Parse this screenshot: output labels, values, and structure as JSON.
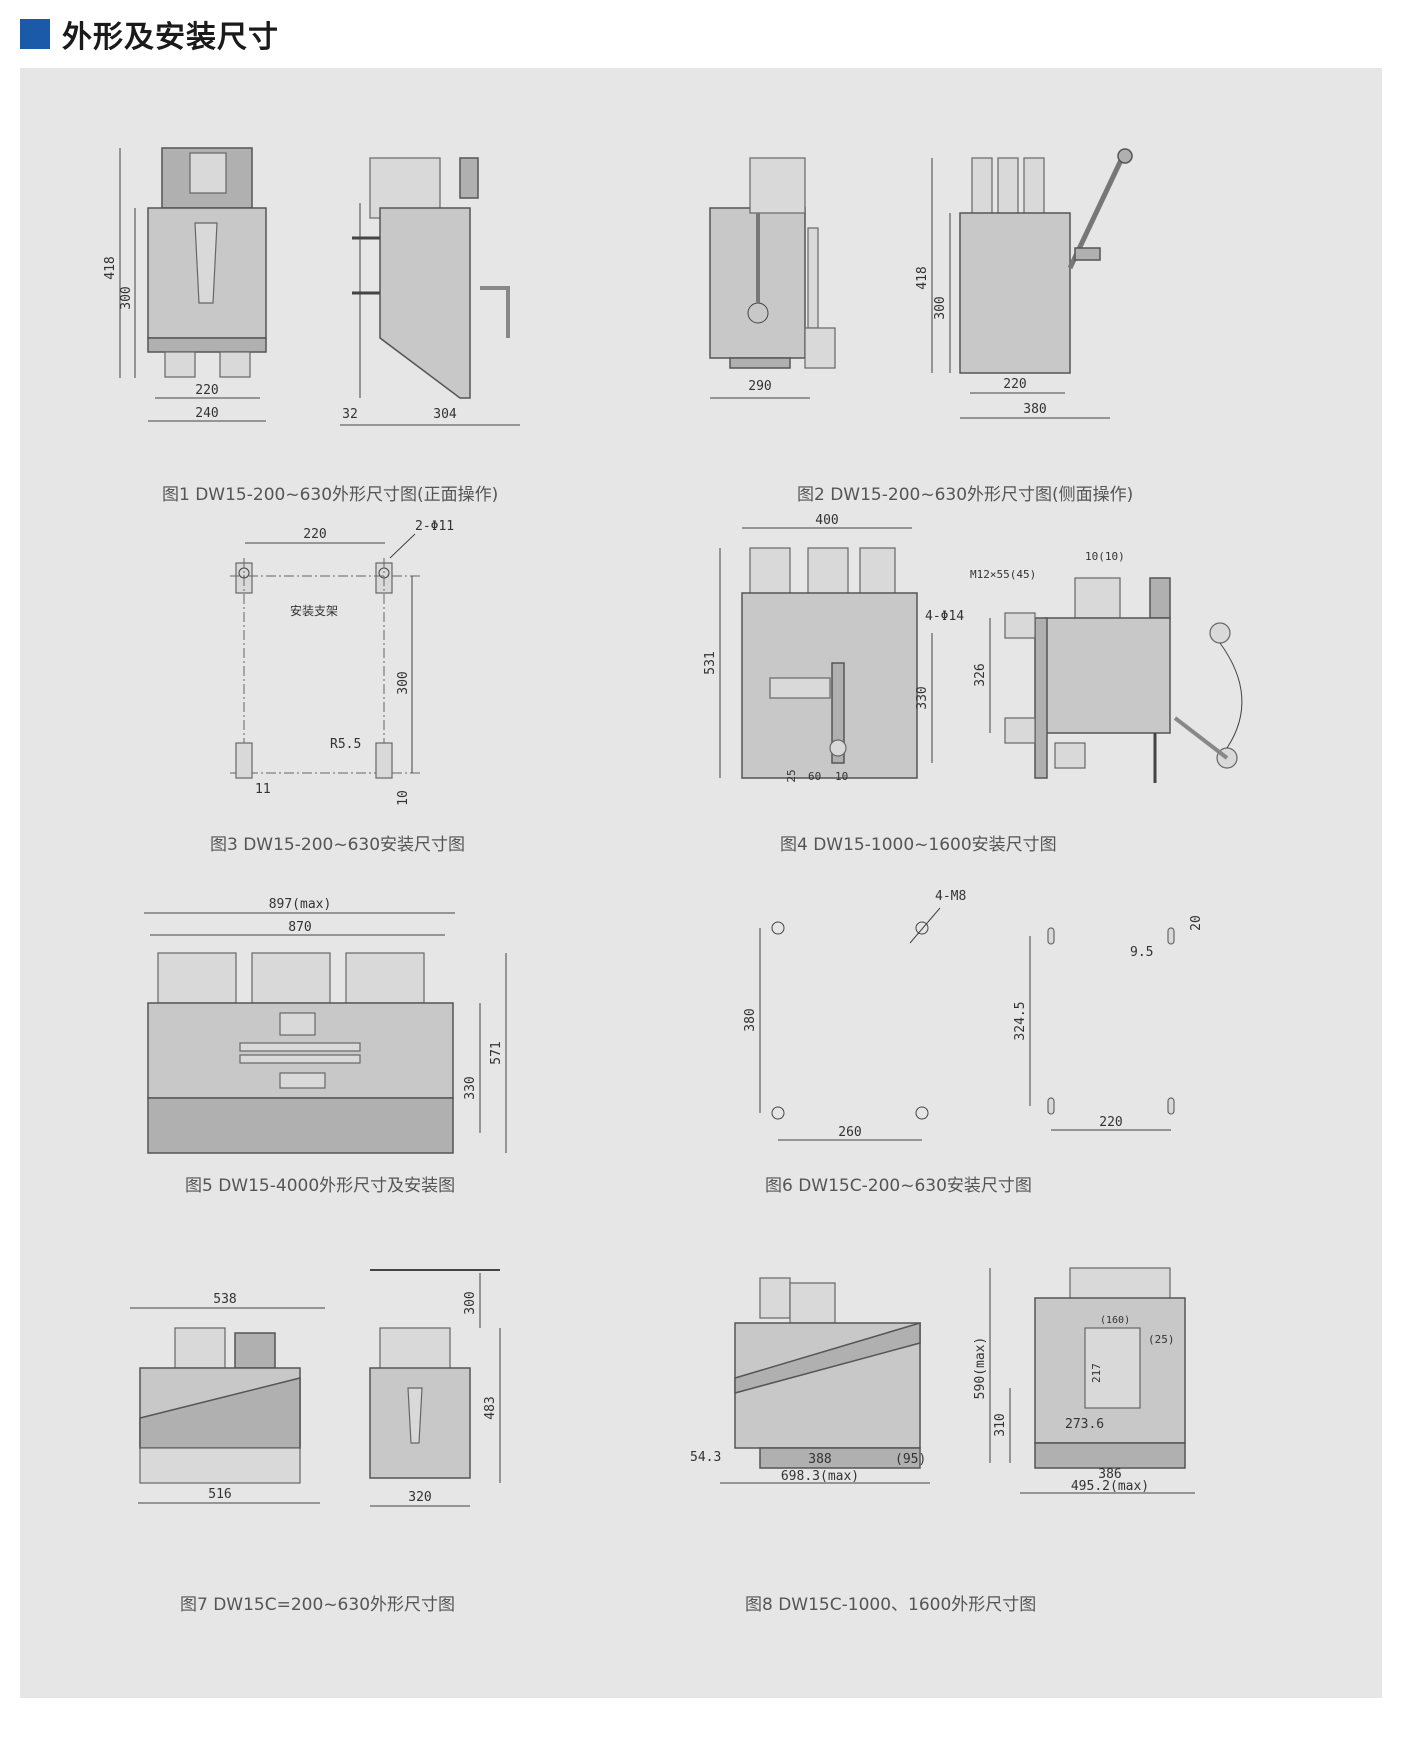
{
  "header": {
    "title": "外形及安装尺寸"
  },
  "figures": {
    "fig1": {
      "caption": "图1 DW15-200~630外形尺寸图(正面操作)",
      "dims": [
        "418",
        "300",
        "220",
        "240",
        "32",
        "304"
      ]
    },
    "fig2": {
      "caption": "图2 DW15-200~630外形尺寸图(侧面操作)",
      "dims": [
        "290",
        "418",
        "300",
        "220",
        "380"
      ]
    },
    "fig3": {
      "caption": "图3 DW15-200~630安装尺寸图",
      "dims": [
        "220",
        "2-Φ11",
        "安装支架",
        "300",
        "R5.5",
        "11",
        "10"
      ]
    },
    "fig4": {
      "caption": "图4 DW15-1000~1600安装尺寸图",
      "dims": [
        "400",
        "4-Φ14",
        "531",
        "330",
        "25",
        "60",
        "10",
        "M12×55(45)",
        "10(10)",
        "326"
      ]
    },
    "fig5": {
      "caption": "图5 DW15-4000外形尺寸及安装图",
      "dims": [
        "897(max)",
        "870",
        "330",
        "571"
      ]
    },
    "fig6": {
      "caption": "图6 DW15C-200~630安装尺寸图",
      "dims": [
        "4-M8",
        "380",
        "260",
        "20",
        "9.5",
        "324.5",
        "220"
      ]
    },
    "fig7": {
      "caption": "图7 DW15C=200~630外形尺寸图",
      "dims": [
        "538",
        "516",
        "300",
        "483",
        "320"
      ]
    },
    "fig8": {
      "caption": "图8 DW15C-1000、1600外形尺寸图",
      "dims": [
        "54.3",
        "388",
        "(95)",
        "698.3(max)",
        "590(max)",
        "310",
        "217",
        "(160)",
        "(25)",
        "273.6",
        "386",
        "495.2(max)"
      ]
    }
  }
}
